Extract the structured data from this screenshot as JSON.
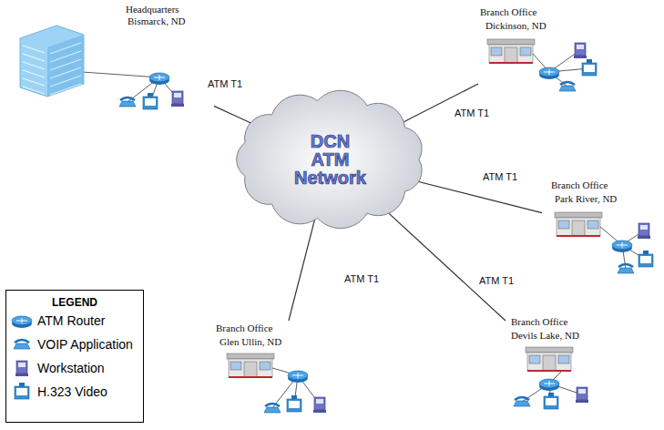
{
  "diagram": {
    "nodes": [
      {
        "text": [
          "Headquarters",
          "Bismarck, ND"
        ]
      },
      {
        "text": [
          "Branch Office",
          "Dickinson, ND"
        ]
      },
      {
        "text": [
          "DCN ATM Network"
        ]
      },
      {
        "text": [
          "Branch Office",
          "Park River, ND"
        ]
      },
      {
        "text": [
          "Branch Office",
          "Glen Ullin, ND"
        ]
      },
      {
        "text": [
          "Branch Office",
          "Devils Lake, ND"
        ]
      }
    ],
    "edges": [
      {
        "from": 2,
        "to": 0,
        "arrow": "none",
        "label": "ATM T1"
      },
      {
        "from": 2,
        "to": 1,
        "arrow": "none",
        "label": "ATM T1"
      },
      {
        "from": 2,
        "to": 3,
        "arrow": "none",
        "label": "ATM T1"
      },
      {
        "from": 2,
        "to": 4,
        "arrow": "none",
        "label": "ATM T1"
      },
      {
        "from": 2,
        "to": 5,
        "arrow": "none",
        "label": "ATM T1"
      }
    ],
    "labels": [
      "LEGEND"
    ],
    "legend": [
      {
        "text": "ATM Router"
      },
      {
        "text": "VOIP Application"
      },
      {
        "text": "Workstation"
      },
      {
        "text": "H.323 Video"
      }
    ]
  }
}
